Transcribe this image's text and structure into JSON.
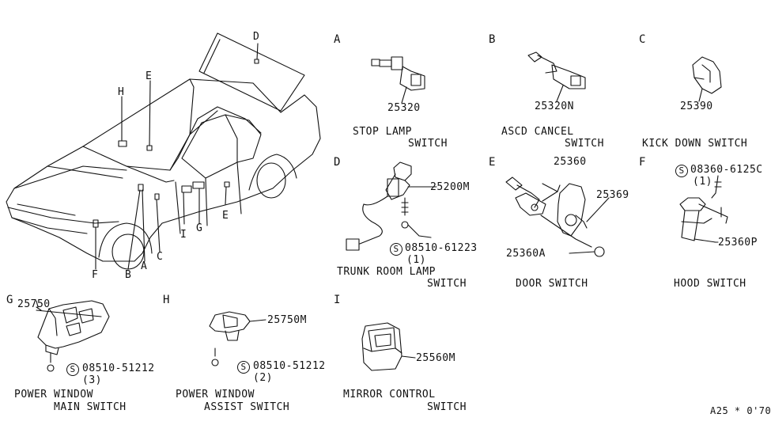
{
  "car_callouts": {
    "D": "D",
    "H": "H",
    "E": "E",
    "E2": "E",
    "I": "I",
    "G": "G",
    "F": "F",
    "B": "B",
    "A": "A",
    "C": "C"
  },
  "sections": {
    "A": {
      "letter": "A",
      "part": "25320",
      "name1": "STOP LAMP",
      "name2": "SWITCH"
    },
    "B": {
      "letter": "B",
      "part": "25320N",
      "name1": "ASCD CANCEL",
      "name2": "SWITCH"
    },
    "C": {
      "letter": "C",
      "part": "25390",
      "name1": "KICK DOWN SWITCH"
    },
    "D": {
      "letter": "D",
      "part": "25200M",
      "bolt": "08510-61223",
      "qty": "(1)",
      "name1": "TRUNK ROOM LAMP",
      "name2": "SWITCH"
    },
    "E": {
      "letter": "E",
      "part1": "25360",
      "part2": "25369",
      "part3": "25360A",
      "name1": "DOOR SWITCH"
    },
    "F": {
      "letter": "F",
      "bolt": "08360-6125C",
      "qty": "(1)",
      "part": "25360P",
      "name1": "HOOD SWITCH"
    },
    "G": {
      "letter": "G",
      "part": "25750",
      "bolt": "08510-51212",
      "qty": "(3)",
      "name1": "POWER WINDOW",
      "name2": "MAIN SWITCH"
    },
    "H": {
      "letter": "H",
      "part": "25750M",
      "bolt": "08510-51212",
      "qty": "(2)",
      "name1": "POWER WINDOW",
      "name2": "ASSIST SWITCH"
    },
    "I": {
      "letter": "I",
      "part": "25560M",
      "name1": "MIRROR CONTROL",
      "name2": "SWITCH"
    }
  },
  "screw_symbol": "S",
  "footer_code": "A25 * 0'70"
}
